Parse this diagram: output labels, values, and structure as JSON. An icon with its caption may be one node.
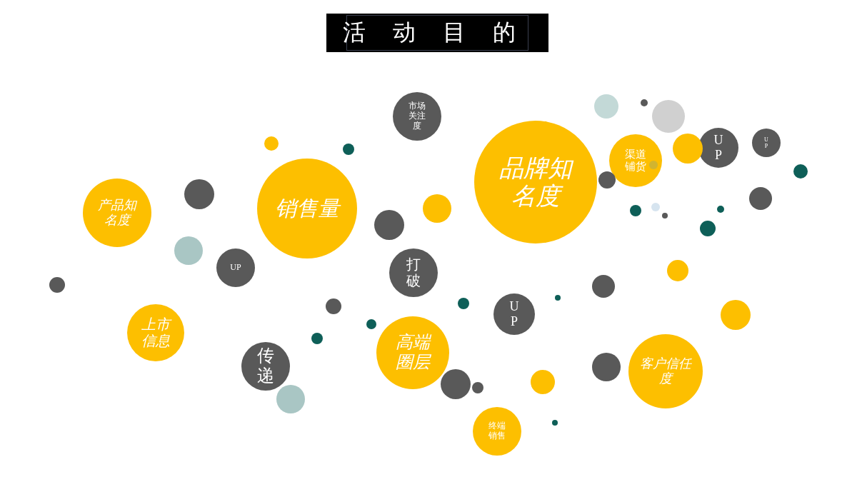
{
  "diagram": {
    "title": "活动目的",
    "nodes": [
      {
        "text": [],
        "shape": "circle"
      },
      {
        "text": [],
        "shape": "circle"
      },
      {
        "text": [],
        "shape": "circle"
      },
      {
        "text": [
          "市场关注度"
        ]
      },
      {
        "text": [
          "UP"
        ]
      },
      {
        "text": [],
        "shape": "circle"
      },
      {
        "text": [
          "UP"
        ]
      },
      {
        "text": [],
        "shape": "circle"
      },
      {
        "text": [],
        "shape": "circle"
      },
      {
        "text": [
          "渠道铺货"
        ]
      },
      {
        "text": [],
        "shape": "circle",
        "in": 9
      },
      {
        "text": [],
        "shape": "circle"
      },
      {
        "text": [],
        "shape": "circle"
      },
      {
        "text": [
          "品牌知名度"
        ]
      },
      {
        "text": [],
        "shape": "circle"
      },
      {
        "text": [],
        "shape": "circle"
      },
      {
        "text": [],
        "shape": "circle"
      },
      {
        "text": [],
        "shape": "circle"
      },
      {
        "text": [
          "销售量"
        ]
      },
      {
        "text": [],
        "shape": "circle"
      },
      {
        "text": [],
        "shape": "circle"
      },
      {
        "text": [
          "产品知名度"
        ]
      },
      {
        "text": [],
        "shape": "circle"
      },
      {
        "text": [],
        "shape": "circle"
      },
      {
        "text": [],
        "shape": "circle"
      },
      {
        "text": [],
        "shape": "circle"
      },
      {
        "text": [
          "UP"
        ]
      },
      {
        "text": [],
        "shape": "circle"
      },
      {
        "text": [
          "打破"
        ]
      },
      {
        "text": [],
        "shape": "circle"
      },
      {
        "text": [],
        "shape": "circle"
      },
      {
        "text": [],
        "shape": "circle"
      },
      {
        "text": [],
        "shape": "circle"
      },
      {
        "text": [],
        "shape": "circle"
      },
      {
        "text": [
          "UP"
        ]
      },
      {
        "text": [],
        "shape": "circle"
      },
      {
        "text": [],
        "shape": "circle"
      },
      {
        "text": [
          "上市信息"
        ]
      },
      {
        "text": [],
        "shape": "circle"
      },
      {
        "text": [
          "高端圈层"
        ]
      },
      {
        "text": [
          "传递"
        ]
      },
      {
        "text": [],
        "shape": "circle"
      },
      {
        "text": [
          "客户信任度"
        ]
      },
      {
        "text": [],
        "shape": "circle"
      },
      {
        "text": [],
        "shape": "circle"
      },
      {
        "text": [],
        "shape": "circle"
      },
      {
        "text": [],
        "shape": "circle"
      },
      {
        "text": [],
        "shape": "circle"
      },
      {
        "text": [
          "终端销售"
        ]
      }
    ]
  }
}
